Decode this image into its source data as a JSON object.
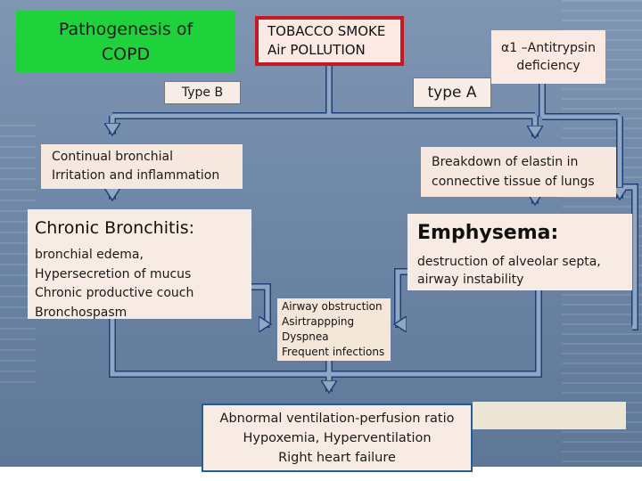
{
  "diagram": {
    "title_lines": [
      "Pathogenesis of",
      "COPD"
    ],
    "causes_lines": [
      "TOBACCO SMOKE",
      "Air POLLUTION"
    ],
    "alpha_lines": [
      "α1 –Antitrypsin",
      "deficiency"
    ],
    "type_b": "Type B",
    "type_a": "type A",
    "irritation_lines": [
      "Continual bronchial",
      "Irritation and inflammation"
    ],
    "elastin_lines": [
      "Breakdown of elastin in",
      "connective tissue of lungs"
    ],
    "chronic_bronchitis": {
      "title": "Chronic Bronchitis:",
      "lines": [
        "bronchial edema,",
        "Hypersecretion of mucus",
        "Chronic productive couch",
        "Bronchospasm"
      ]
    },
    "emphysema": {
      "title": "Emphysema:",
      "lines": [
        "destruction of alveolar septa,",
        "airway instability"
      ]
    },
    "airway_lines": [
      "Airway obstruction",
      "Asirtrappping",
      "Dyspnea",
      "Frequent infections"
    ],
    "outcome_lines": [
      "Abnormal ventilation-perfusion ratio",
      "Hypoxemia, Hyperventilation",
      "Right heart failure"
    ]
  },
  "colors": {
    "title_bg": "#1fd13a",
    "smoke_border": "#c51a24",
    "arrow": "#8fa6c2",
    "arrow_edge": "#1e3f78",
    "outcome_border": "#1f5f96"
  }
}
